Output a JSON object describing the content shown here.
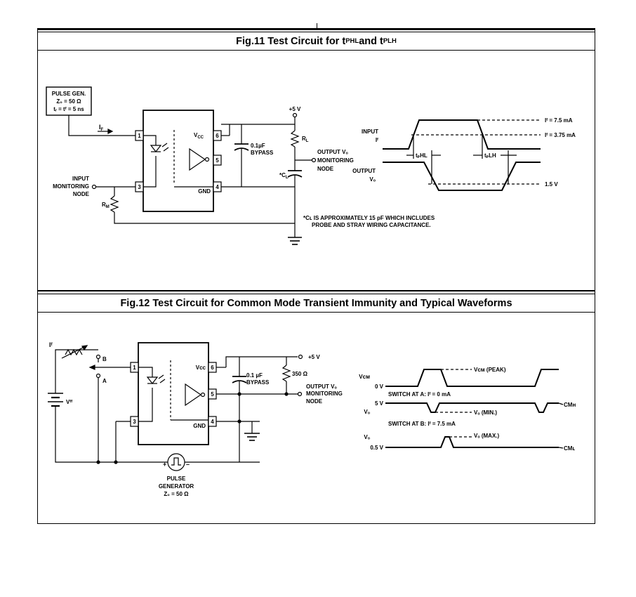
{
  "fig11": {
    "title_prefix": "Fig.11 Test Circuit for t",
    "title_sub1": "PHL",
    "title_mid": " and t",
    "title_sub2": "PLH",
    "pulse_gen": [
      "PULSE GEN.",
      "Z₀ = 50 Ω",
      "tᵣ = tᶠ = 5 ns"
    ],
    "if_label": "I",
    "if_sub": "F",
    "input_node": [
      "INPUT",
      "MONITORING",
      "NODE"
    ],
    "rm_label": "R",
    "rm_sub": "M",
    "vcc_supply": "+5 V",
    "vcc_pin": "V",
    "vcc_sub": "CC",
    "gnd_pin": "GND",
    "pins": [
      "1",
      "3",
      "6",
      "5",
      "4"
    ],
    "cap_label": [
      "0.1µF",
      "BYPASS"
    ],
    "rl_label": "R",
    "rl_sub": "L",
    "cl_label": "*C",
    "cl_sub": "L",
    "output_node": [
      "OUTPUT Vₒ",
      "MONITORING",
      "NODE"
    ],
    "note": [
      "*Cʟ IS APPROXIMATELY 15 pF WHICH INCLUDES",
      "PROBE AND STRAY WIRING CAPACITANCE."
    ],
    "wave_input": [
      "INPUT",
      "Iᶠ"
    ],
    "wave_output": [
      "OUTPUT",
      "Vₒ"
    ],
    "if_high": "Iᶠ = 7.5 mA",
    "if_mid": "Iᶠ = 3.75 mA",
    "tphl": "tₚHL",
    "tplh": "tₚLH",
    "v_level": "1.5 V"
  },
  "fig12": {
    "title": "Fig.12 Test Circuit for Common Mode Transient Immunity and Typical Waveforms",
    "if_label": "Iᶠ",
    "switch_b": "B",
    "switch_a": "A",
    "vff": "Vᶠᶠ",
    "vcc_supply": "+5 V",
    "vcc_pin": "Vᴄᴄ",
    "gnd_pin": "GND",
    "pins": [
      "1",
      "3",
      "6",
      "5",
      "4"
    ],
    "cap_label": [
      "0.1 µF",
      "BYPASS"
    ],
    "r_label": "350 Ω",
    "output_node": [
      "OUTPUT Vₒ",
      "MONITORING",
      "NODE"
    ],
    "pulse_gen": [
      "PULSE",
      "GENERATOR",
      "Z₀ = 50 Ω"
    ],
    "vcm": "Vᴄᴍ",
    "vcm_peak": "Vᴄᴍ (PEAK)",
    "zero_v": "0 V",
    "switch_a_text": "SWITCH AT A:  Iᶠ = 0 mA",
    "vo": "Vₒ",
    "five_v": "5 V",
    "vo_min": "Vₒ (MIN.)",
    "cmh": "CMʜ",
    "switch_b_text": "SWITCH AT B:  Iᶠ = 7.5 mA",
    "vo_max": "Vₒ (MAX.)",
    "half_v": "0.5 V",
    "cml": "CMʟ"
  }
}
